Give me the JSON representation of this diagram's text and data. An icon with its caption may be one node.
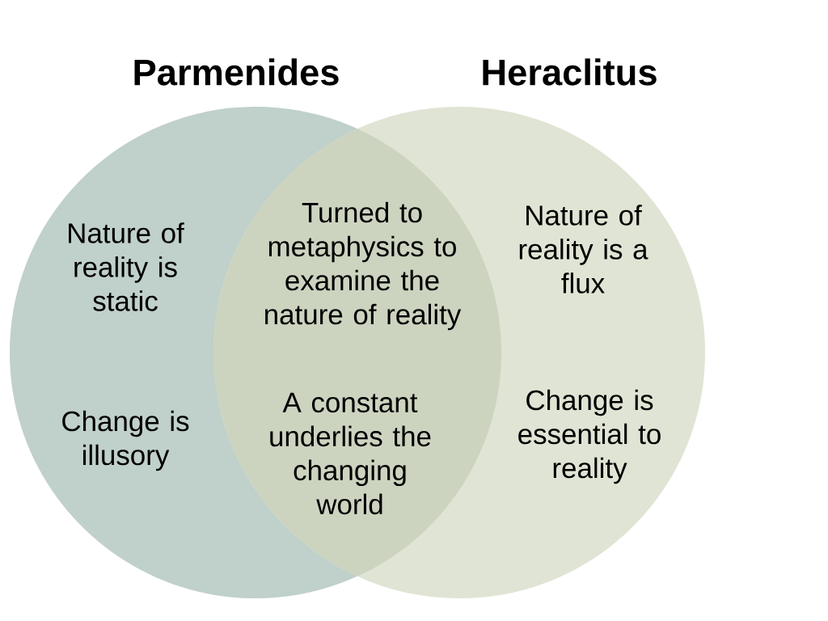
{
  "diagram": {
    "nodes": [
      {
        "text": [
          "Parmenides",
          "Nature of reality is static",
          "Change is illusory"
        ]
      },
      {
        "text": [
          "Heraclitus",
          "Nature of reality is a flux",
          "Change is essential to reality"
        ]
      },
      {
        "text": [
          "Turned to metaphysics to examine the nature of reality",
          "A constant underlies the changing world"
        ]
      }
    ]
  }
}
